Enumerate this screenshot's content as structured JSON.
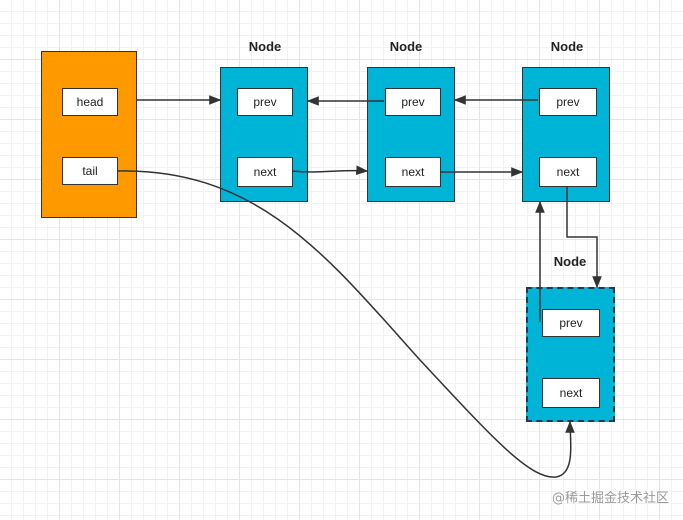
{
  "list": {
    "head_label": "head",
    "tail_label": "tail",
    "color": "#ff9900"
  },
  "nodes": [
    {
      "title": "Node",
      "prev": "prev",
      "next": "next"
    },
    {
      "title": "Node",
      "prev": "prev",
      "next": "next"
    },
    {
      "title": "Node",
      "prev": "prev",
      "next": "next"
    },
    {
      "title": "Node",
      "prev": "prev",
      "next": "next",
      "style": "dashed"
    }
  ],
  "colors": {
    "node": "#00b4d8",
    "edge": "#333333"
  },
  "watermark": "@稀土掘金技术社区"
}
